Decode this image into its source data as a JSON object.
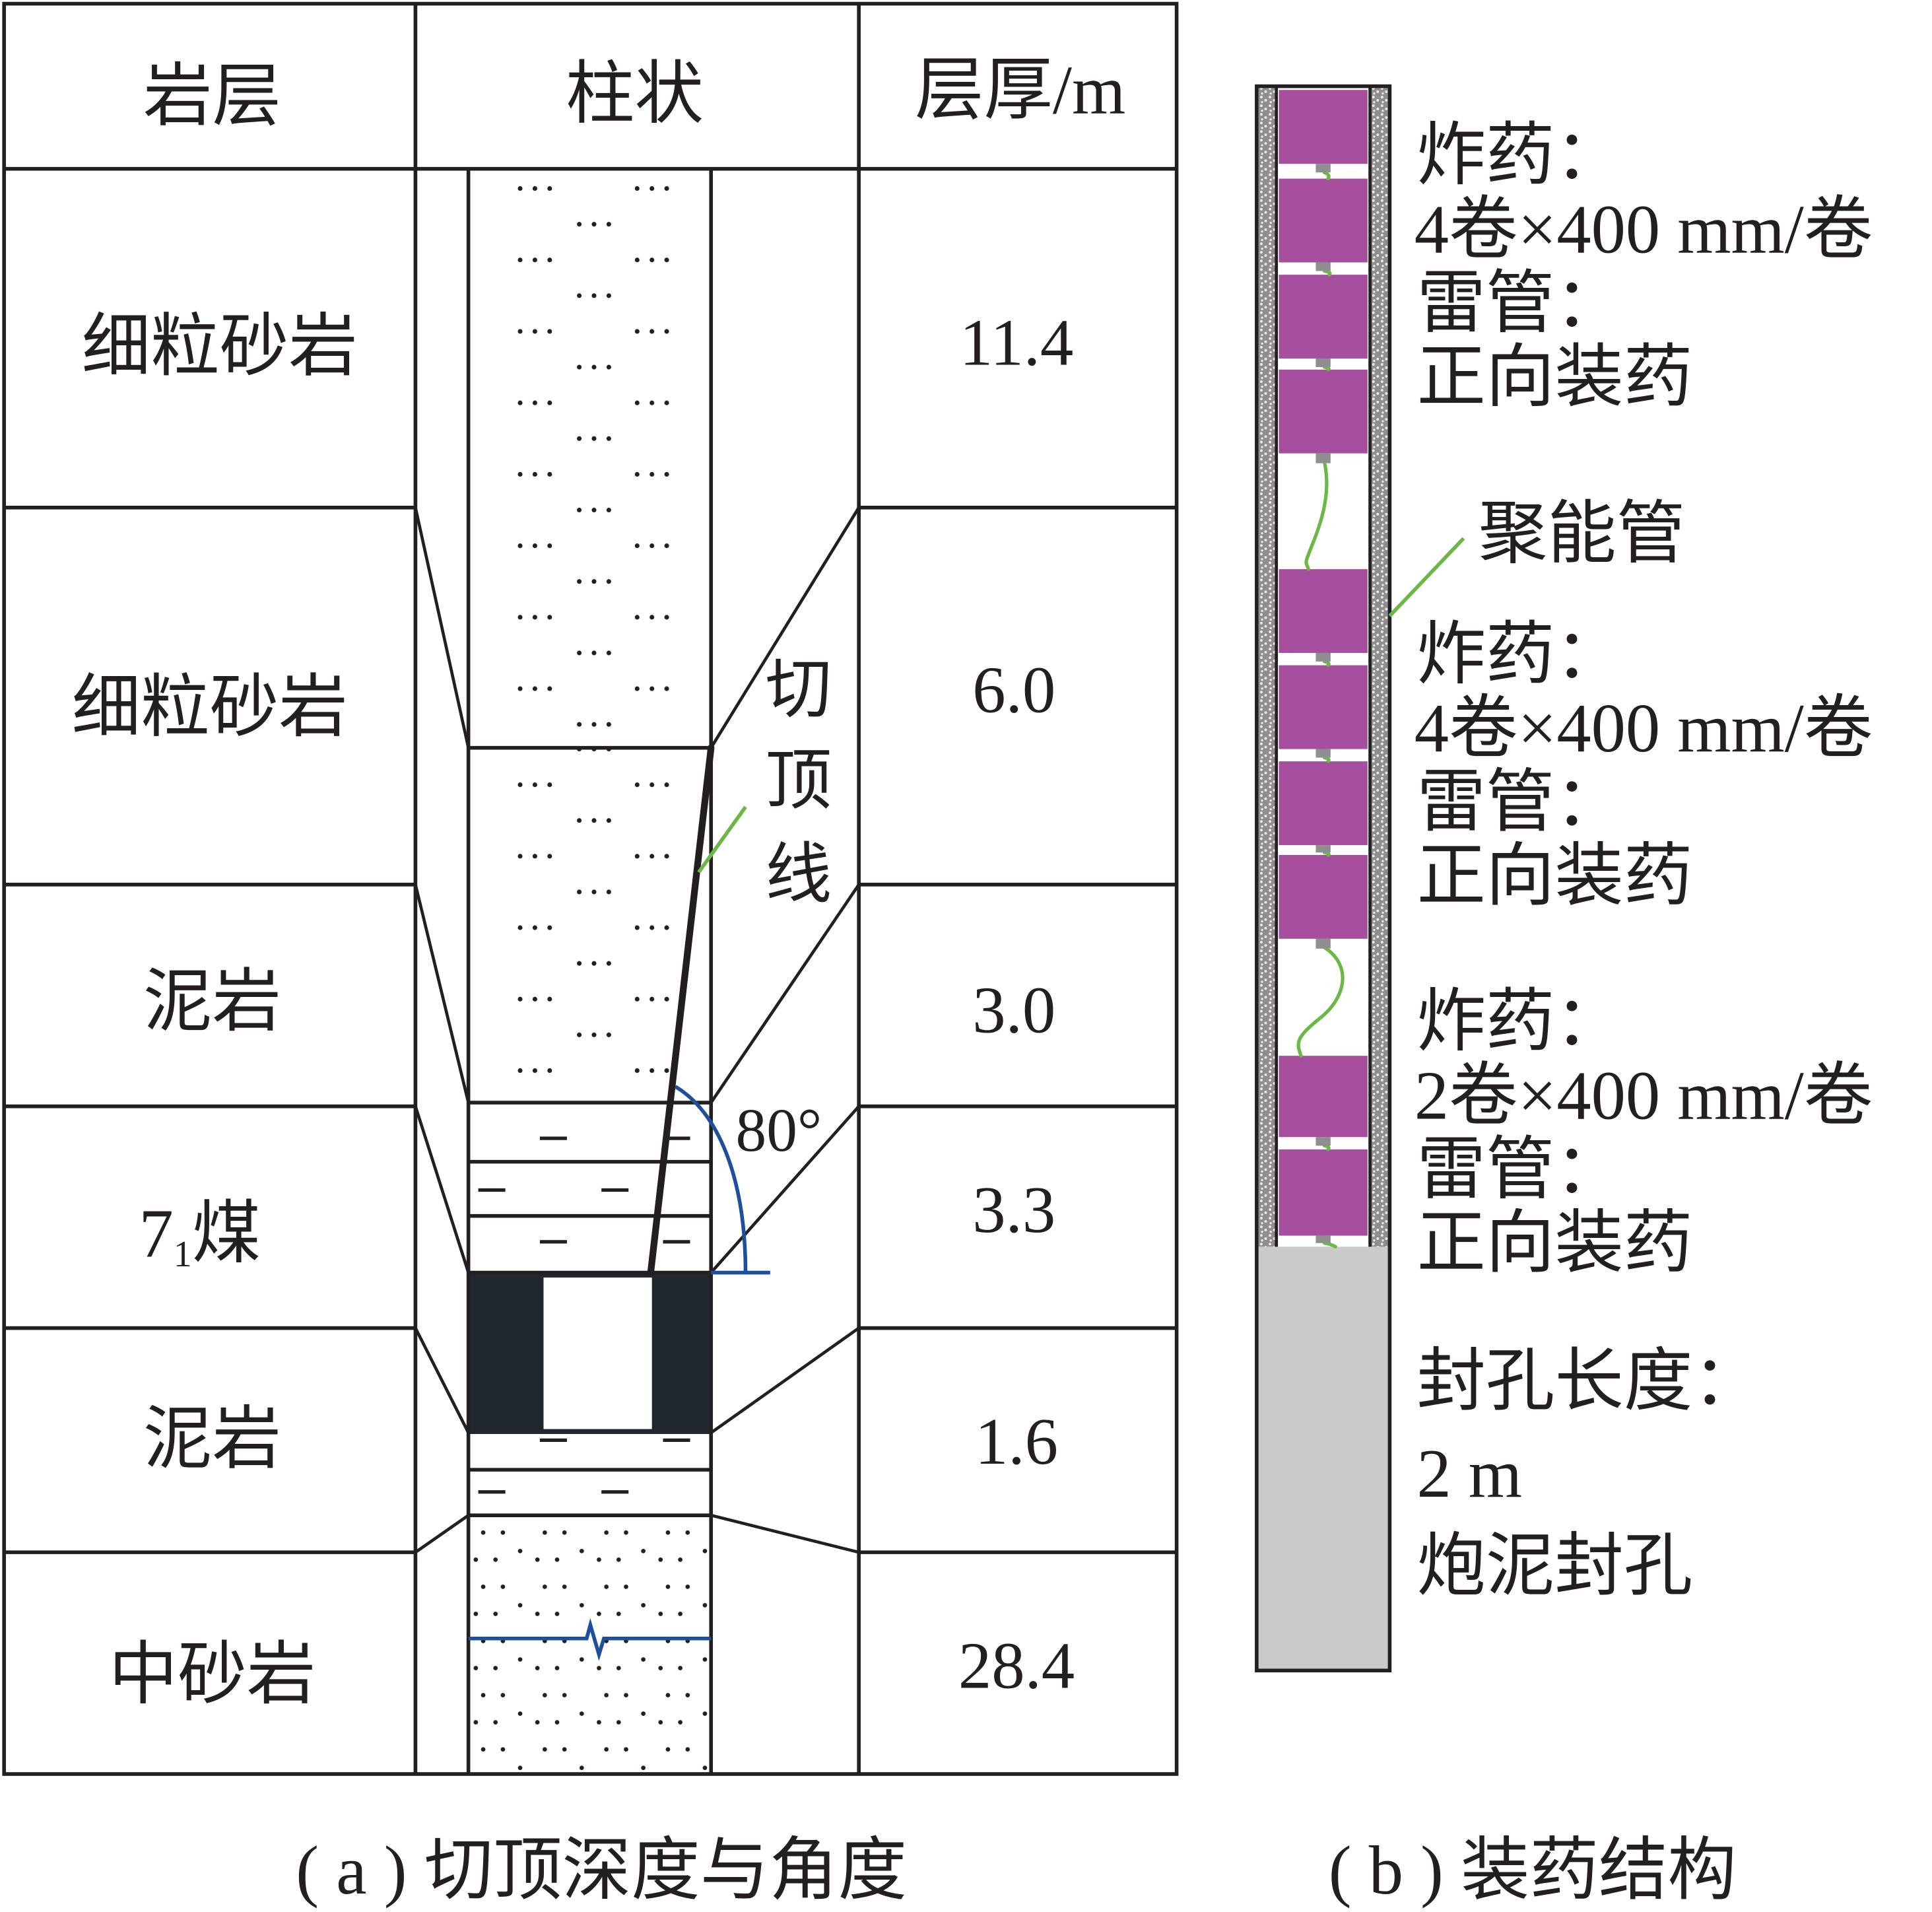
{
  "panel_a": {
    "headers": {
      "layer": "岩层",
      "column": "柱状",
      "thickness": "层厚/m"
    },
    "strata": [
      {
        "name": "细粒砂岩",
        "thickness": "11.4"
      },
      {
        "name": "细粒砂岩",
        "thickness": "6.0"
      },
      {
        "name": "泥岩",
        "thickness": "3.0"
      },
      {
        "name": "7",
        "name_sub": "1",
        "name_tail": "煤",
        "thickness": "3.3"
      },
      {
        "name": "泥岩",
        "thickness": "1.6"
      },
      {
        "name": "中砂岩",
        "thickness": "28.4"
      }
    ],
    "cut_line_label": [
      "切",
      "顶",
      "线"
    ],
    "cut_angle": "80°",
    "caption": "( a ) 切顶深度与角度"
  },
  "panel_b": {
    "charge_groups": [
      {
        "explosive_label": "炸药：",
        "explosive_amount": "4卷×400 mm/卷",
        "detonator_label": "雷管：",
        "charging_mode": "正向装药"
      },
      {
        "explosive_label": "炸药：",
        "explosive_amount": "4卷×400 mm/卷",
        "detonator_label": "雷管：",
        "charging_mode": "正向装药"
      },
      {
        "explosive_label": "炸药：",
        "explosive_amount": "2卷×400 mm/卷",
        "detonator_label": "雷管：",
        "charging_mode": "正向装药"
      }
    ],
    "tube_label": "聚能管",
    "sealing": {
      "label": "封孔长度：",
      "length": "2 m",
      "method": "炮泥封孔"
    },
    "caption": "( b ) 装药结构"
  },
  "colors": {
    "explosive_purple": "#a54f9e",
    "wire_green": "#6cb847",
    "marker_blue": "#1d4f9c",
    "coal_black": "#20272e",
    "stemming_gray": "#cacaca"
  }
}
